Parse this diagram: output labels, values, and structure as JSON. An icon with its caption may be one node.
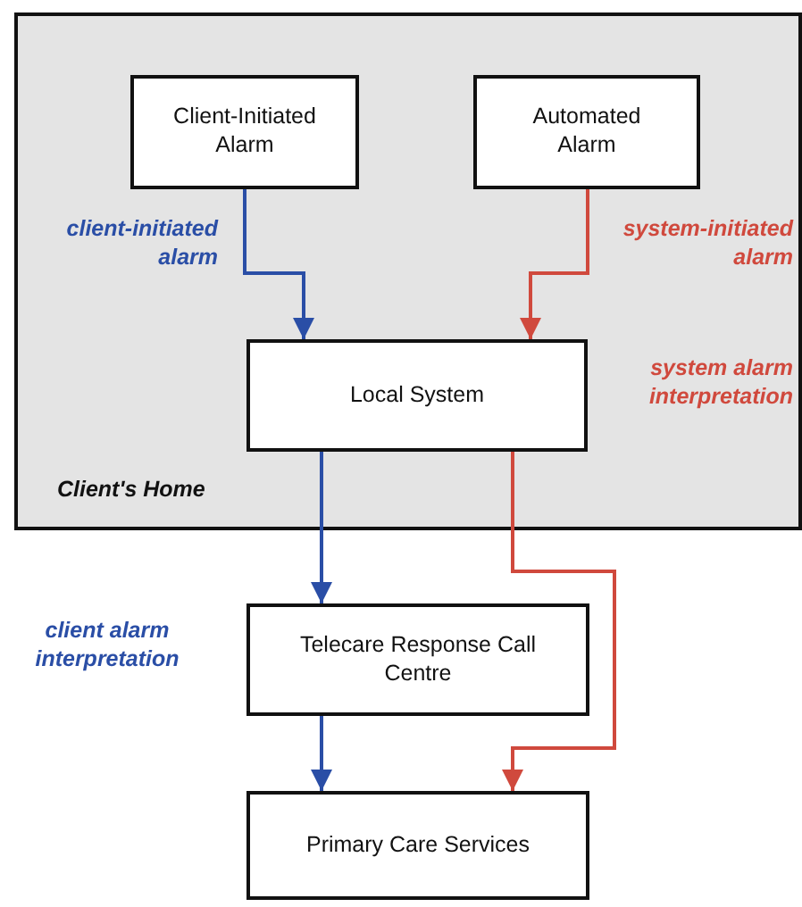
{
  "diagram": {
    "nodes": [
      {
        "text": [
          "Client's Home"
        ]
      },
      {
        "text": [
          "Client-Initiated Alarm"
        ],
        "in": 0
      },
      {
        "text": [
          "Automated Alarm"
        ],
        "in": 0
      },
      {
        "text": [
          "Local System"
        ],
        "in": 0
      },
      {
        "text": [
          "Telecare Response Call Centre"
        ]
      },
      {
        "text": [
          "Primary Care Services"
        ]
      }
    ],
    "edges": [
      {
        "from": 1,
        "to": 3,
        "arrow": "to"
      },
      {
        "from": 2,
        "to": 3,
        "arrow": "to",
        "color": "#d0493d"
      },
      {
        "from": 3,
        "to": 4,
        "arrow": "to"
      },
      {
        "from": 4,
        "to": 5,
        "arrow": "to"
      },
      {
        "from": 3,
        "to": 5,
        "arrow": "to",
        "color": "#d0493d"
      }
    ],
    "labels": [
      "client-initiated alarm",
      "system-initiated alarm",
      "system alarm interpretation",
      "client alarm interpretation"
    ]
  }
}
